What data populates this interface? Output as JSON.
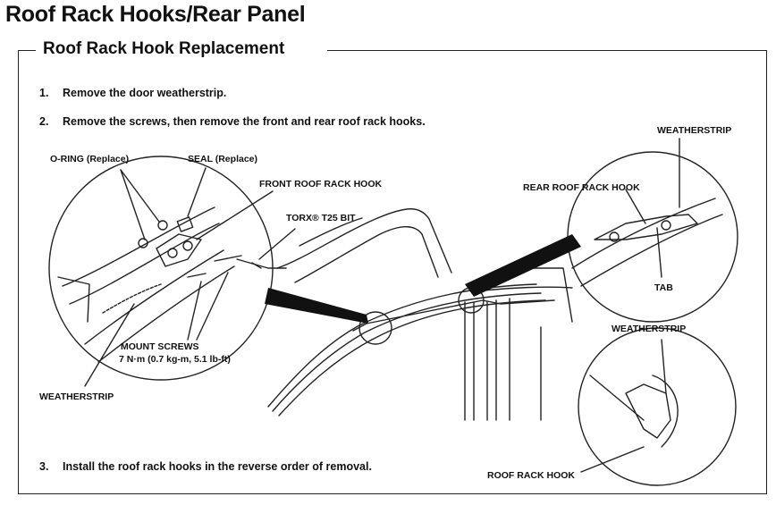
{
  "page": {
    "title": "Roof Rack Hooks/Rear Panel"
  },
  "section": {
    "title": "Roof Rack Hook Replacement"
  },
  "steps": [
    {
      "num": "1.",
      "text": "Remove the door weatherstrip."
    },
    {
      "num": "2.",
      "text": "Remove the screws, then remove the front and rear roof rack hooks."
    },
    {
      "num": "3.",
      "text": "Install the roof rack hooks in the reverse order of removal."
    }
  ],
  "labels": {
    "o_ring": "O-RING (Replace)",
    "seal": "SEAL (Replace)",
    "front_hook": "FRONT ROOF RACK HOOK",
    "torx": "TORX® T25 BIT",
    "mount_screws": "MOUNT SCREWS",
    "torque": "7 N·m (0.7 kg-m, 5.1 lb-ft)",
    "weatherstrip_left": "WEATHERSTRIP",
    "weatherstrip_top_right": "WEATHERSTRIP",
    "rear_hook": "REAR ROOF RACK HOOK",
    "tab": "TAB",
    "weatherstrip_bottom_right": "WEATHERSTRIP",
    "roof_rack_hook": "ROOF RACK HOOK"
  }
}
